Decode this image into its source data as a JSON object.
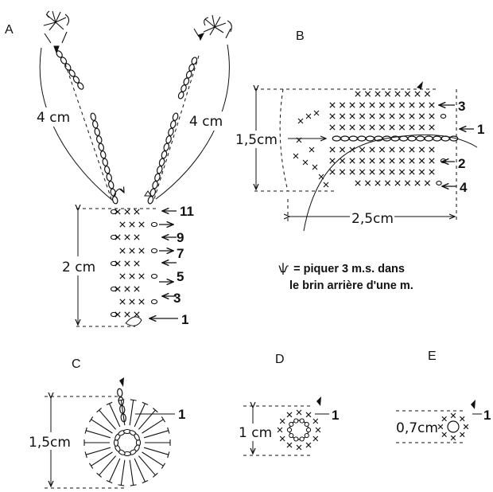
{
  "panels": {
    "a": {
      "letter": "A",
      "dim_left": "4 cm",
      "dim_right": "4 cm",
      "dim_body": "2 cm",
      "row_labels": [
        "11",
        "9",
        "7",
        "5",
        "3",
        "1"
      ]
    },
    "b": {
      "letter": "B",
      "dim_height": "1,5cm",
      "dim_width": "2,5cm",
      "row_labels": [
        "3",
        "1",
        "2",
        "4"
      ]
    },
    "c": {
      "letter": "C",
      "dim": "1,5cm",
      "row_label": "1"
    },
    "d": {
      "letter": "D",
      "dim": "1 cm",
      "row_label": "1"
    },
    "e": {
      "letter": "E",
      "dim": "0,7cm",
      "row_label": "1"
    }
  },
  "legend": {
    "symbol": "ѱ",
    "line1": "= piquer 3 m.s. dans",
    "line2": "le brin arrière d'une m."
  }
}
